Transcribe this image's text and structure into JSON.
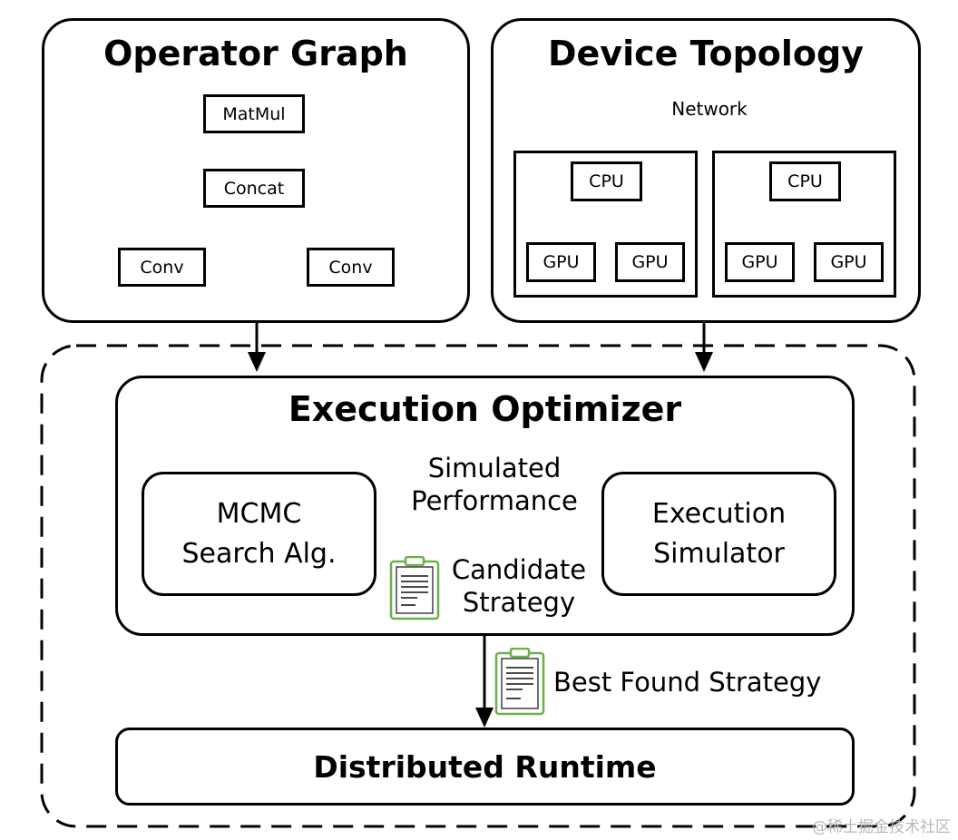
{
  "operator_graph": {
    "title": "Operator Graph",
    "nodes": {
      "matmul": "MatMul",
      "concat": "Concat",
      "conv_left": "Conv",
      "conv_right": "Conv"
    }
  },
  "device_topology": {
    "title": "Device Topology",
    "network": "Network",
    "left_cpu": "CPU",
    "left_gpu_1": "GPU",
    "left_gpu_2": "GPU",
    "right_cpu": "CPU",
    "right_gpu_1": "GPU",
    "right_gpu_2": "GPU"
  },
  "execution_optimizer": {
    "title": "Execution Optimizer",
    "mcmc_line1": "MCMC",
    "mcmc_line2": "Search Alg.",
    "simulator_line1": "Execution",
    "simulator_line2": "Simulator",
    "simulated_line1": "Simulated",
    "simulated_line2": "Performance",
    "candidate_line1": "Candidate",
    "candidate_line2": "Strategy"
  },
  "best_found_strategy": "Best Found Strategy",
  "distributed_runtime": "Distributed Runtime",
  "watermark": "@稀土掘金技术社区",
  "colors": {
    "clipboard_green": "#6ab04c",
    "line": "#000000"
  }
}
